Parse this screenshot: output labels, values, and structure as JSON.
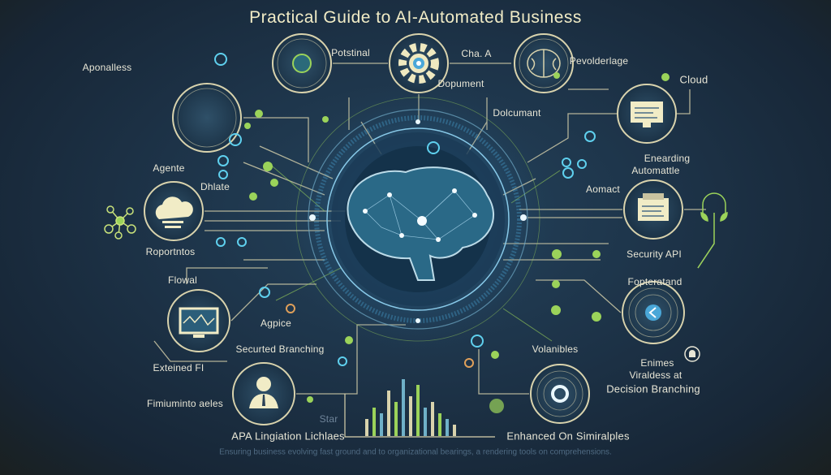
{
  "title": "Practical Guide to AI-Automated Business",
  "labels": {
    "aponalless": "Aponalless",
    "potstinal": "Potstinal",
    "cha_a": "Cha. A",
    "pevolderlage": "Pevolderlage",
    "cloud": "Cloud",
    "dopument": "Dopument",
    "dolcumant": "Dolcumant",
    "agente": "Agente",
    "dhlate": "Dhlate",
    "enearding": "Enearding",
    "automattle": "Automattle",
    "aomact": "Aomact",
    "roportntos": "Roportntos",
    "security_api": "Security API",
    "flowal": "Flowal",
    "fopteratand": "Fopteratand",
    "agpice": "Agpice",
    "securted_branching": "Securted Branching",
    "volanibles": "Volanibles",
    "enimes": "Enimes",
    "viraldess_at": "Viraldess at",
    "decision_branching": "Decision Branching",
    "exteined_fi": "Exteined FI",
    "fimiuminto_aeles": "Fimiuminto aeles",
    "star": "Star",
    "apa_lingiation": "APA Lingiation Lichlaes",
    "enhanced": "Enhanced On Simiralples"
  },
  "caption": "Ensuring business evolving fast ground and to organizational bearings, a rendering tools on comprehensions.",
  "colors": {
    "accent_green": "#9bd35a",
    "accent_cyan": "#5fd0ee",
    "line": "#d9d3ad",
    "title": "#f1ecc6"
  },
  "chart_data": {
    "type": "bar",
    "values": [
      3,
      5,
      4,
      8,
      6,
      10,
      7,
      9,
      5,
      6,
      4,
      3,
      2
    ],
    "ylim": [
      0,
      10
    ]
  }
}
